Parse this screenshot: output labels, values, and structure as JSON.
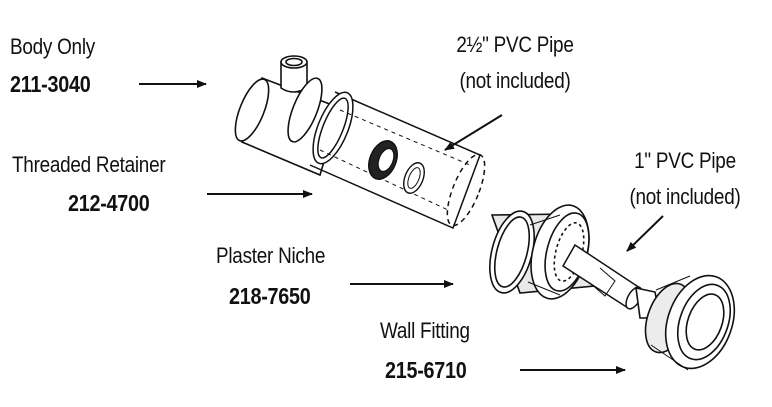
{
  "callouts": [
    {
      "id": "body",
      "name": "Body Only",
      "part": "211-3040"
    },
    {
      "id": "retainer",
      "name": "Threaded Retainer",
      "part": "212-4700"
    },
    {
      "id": "niche",
      "name": "Plaster Niche",
      "part": "218-7650"
    },
    {
      "id": "fitting",
      "name": "Wall Fitting",
      "part": "215-6710"
    }
  ],
  "notes": {
    "pipe_large": {
      "line1": "2½\" PVC Pipe",
      "line2": "(not included)"
    },
    "pipe_small": {
      "line1": "1\" PVC Pipe",
      "line2": "(not included)"
    }
  },
  "colors": {
    "ink": "#111111",
    "background": "#ffffff"
  }
}
